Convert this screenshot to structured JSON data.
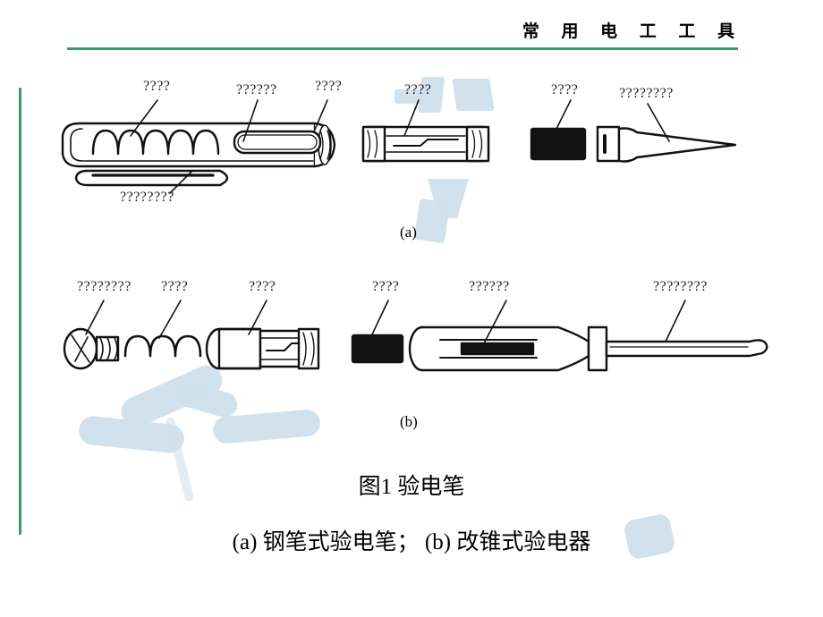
{
  "page": {
    "background_color": "#ffffff",
    "accent_color": "#3c9a6d",
    "watermark_color": "#cfe0ec"
  },
  "header": {
    "title": "常 用 电 工 工 具"
  },
  "figure": {
    "panel_a": {
      "letter": "(a)",
      "labels": [
        {
          "id": "a-label-1",
          "text": "????"
        },
        {
          "id": "a-label-2",
          "text": "??????"
        },
        {
          "id": "a-label-3",
          "text": "????"
        },
        {
          "id": "a-label-4",
          "text": "????"
        },
        {
          "id": "a-label-5",
          "text": "????"
        },
        {
          "id": "a-label-6",
          "text": "????????"
        },
        {
          "id": "a-label-7",
          "text": "????????"
        }
      ]
    },
    "panel_b": {
      "letter": "(b)",
      "labels": [
        {
          "id": "b-label-1",
          "text": "????????"
        },
        {
          "id": "b-label-2",
          "text": "????"
        },
        {
          "id": "b-label-3",
          "text": "????"
        },
        {
          "id": "b-label-4",
          "text": "????"
        },
        {
          "id": "b-label-5",
          "text": "??????"
        },
        {
          "id": "b-label-6",
          "text": "????????"
        }
      ]
    }
  },
  "caption": {
    "main": "图1 验电笔",
    "sub": "(a) 钢笔式验电笔； (b) 改锥式验电器"
  }
}
